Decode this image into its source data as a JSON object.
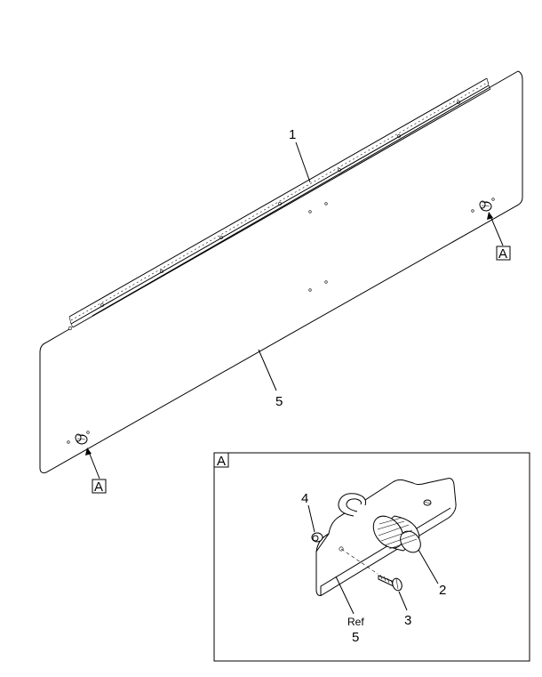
{
  "callouts": {
    "item_1": "1",
    "item_5": "5",
    "detail_ref_right": "A",
    "detail_ref_left": "A"
  },
  "detail_a": {
    "label": "A",
    "item_2": "2",
    "item_3": "3",
    "item_4": "4",
    "ref_text": "Ref",
    "ref_item": "5"
  },
  "colors": {
    "line": "#000000",
    "background": "#ffffff"
  }
}
